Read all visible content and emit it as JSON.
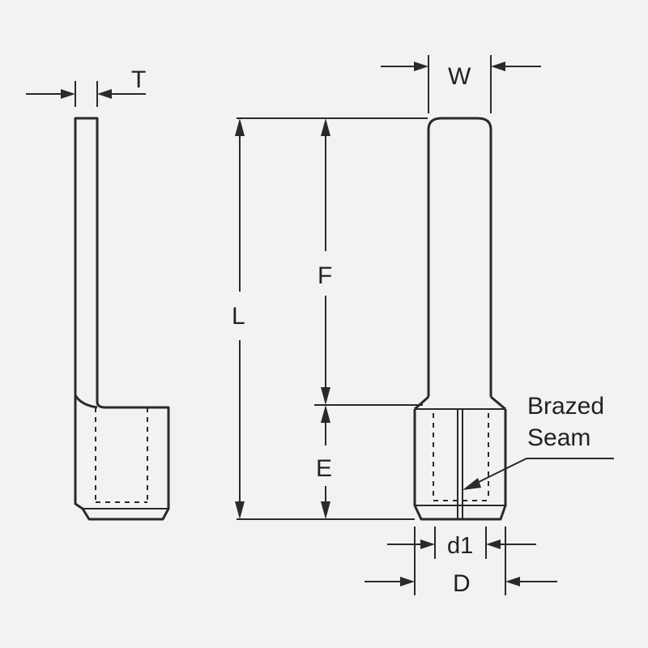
{
  "labels": {
    "T": "T",
    "W": "W",
    "L": "L",
    "F": "F",
    "E": "E",
    "d1": "d1",
    "D": "D",
    "brazed_line1": "Brazed",
    "brazed_line2": "Seam"
  },
  "colors": {
    "background": "#f2f2f2",
    "line": "#2a2a2a"
  }
}
